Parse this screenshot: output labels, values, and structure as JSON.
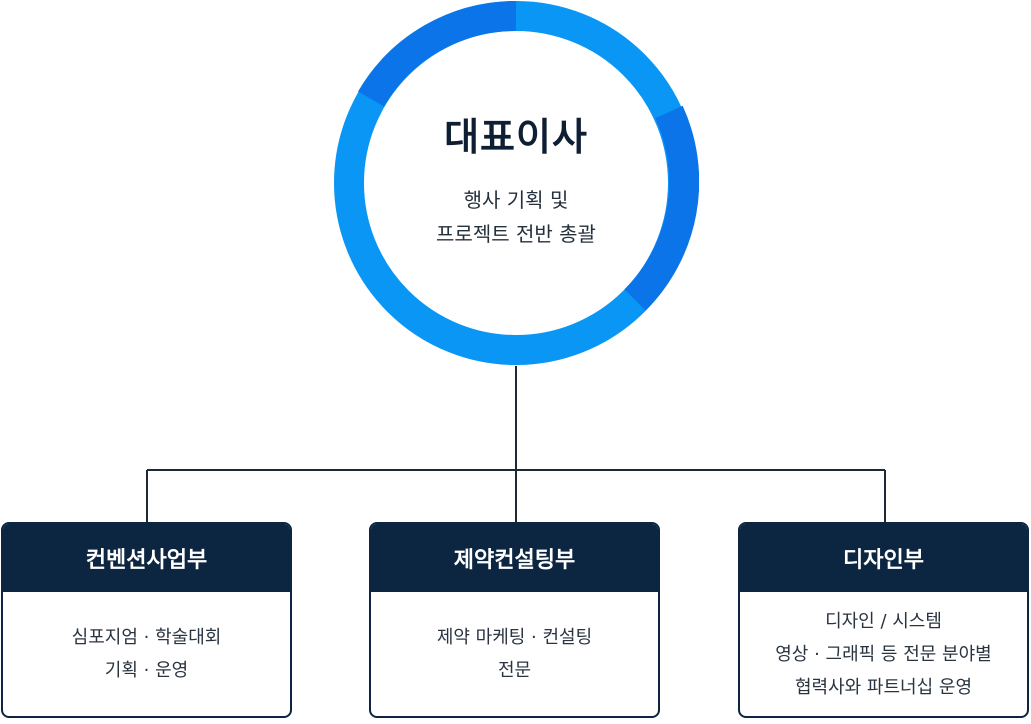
{
  "ceo": {
    "title": "대표이사",
    "desc_lines": [
      "행사 기획 및",
      "프로젝트 전반 총괄"
    ]
  },
  "departments": [
    {
      "name": "컨벤션사업부",
      "lines": [
        "심포지엄 · 학술대회",
        "기획 · 운영"
      ]
    },
    {
      "name": "제약컨설팅부",
      "lines": [
        "제약 마케팅 · 컨설팅",
        "전문"
      ]
    },
    {
      "name": "디자인부",
      "lines": [
        "디자인 / 시스템",
        "영상 · 그래픽 등 전문 분야별",
        "협력사와 파트너십 운영"
      ]
    }
  ],
  "colors": {
    "ring_main": "#0a96f5",
    "ring_accent": "#0a74e8",
    "dept_header": "#0c2540",
    "connector": "#1d2a36"
  }
}
